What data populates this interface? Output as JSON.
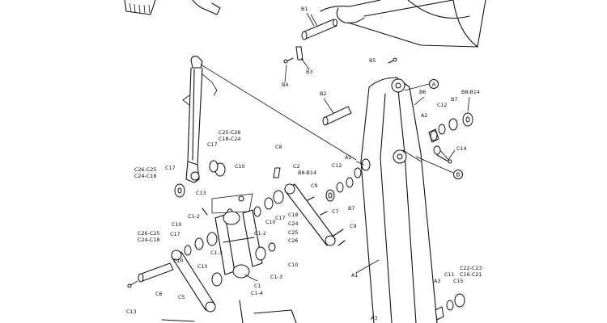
{
  "labels": [
    {
      "id": "B1",
      "text": "B1"
    },
    {
      "id": "B3",
      "text": "B3"
    },
    {
      "id": "B4",
      "text": "B4"
    },
    {
      "id": "B5",
      "text": "B5"
    },
    {
      "id": "B2",
      "text": "B2"
    },
    {
      "id": "B6",
      "text": "B6"
    },
    {
      "id": "B8B14a",
      "text": "B8-B14"
    },
    {
      "id": "C12a",
      "text": "C12"
    },
    {
      "id": "B7a",
      "text": "B7"
    },
    {
      "id": "A2a",
      "text": "A2"
    },
    {
      "id": "C25C26a",
      "text": "C25-C26"
    },
    {
      "id": "C18C24a",
      "text": "C18-C24"
    },
    {
      "id": "C17a",
      "text": "C17"
    },
    {
      "id": "C8",
      "text": "C8"
    },
    {
      "id": "A2b",
      "text": "A2"
    },
    {
      "id": "C14",
      "text": "C14"
    },
    {
      "id": "C26C25a",
      "text": "C26-C25"
    },
    {
      "id": "C24C18a",
      "text": "C24-C18"
    },
    {
      "id": "C17b",
      "text": "C17"
    },
    {
      "id": "C10a",
      "text": "C10"
    },
    {
      "id": "C2",
      "text": "C2"
    },
    {
      "id": "B8B14b",
      "text": "B8-B14"
    },
    {
      "id": "C12b",
      "text": "C12"
    },
    {
      "id": "C13a",
      "text": "C13"
    },
    {
      "id": "C9a",
      "text": "C9"
    },
    {
      "id": "B7b",
      "text": "B7"
    },
    {
      "id": "C12",
      "text": "C1-2"
    },
    {
      "id": "C10b",
      "text": "C10"
    },
    {
      "id": "C17c",
      "text": "C17"
    },
    {
      "id": "C18",
      "text": "C18"
    },
    {
      "id": "C24",
      "text": "C24"
    },
    {
      "id": "C25",
      "text": "C25"
    },
    {
      "id": "C26",
      "text": "C26"
    },
    {
      "id": "C7",
      "text": "C7"
    },
    {
      "id": "C10c",
      "text": "C10"
    },
    {
      "id": "C26C25b",
      "text": "C26-C25"
    },
    {
      "id": "C24C18b",
      "text": "C24-C18"
    },
    {
      "id": "C17d",
      "text": "C17"
    },
    {
      "id": "C10d",
      "text": "C10"
    },
    {
      "id": "C1_2b",
      "text": "C1-2"
    },
    {
      "id": "C9b",
      "text": "C9"
    },
    {
      "id": "C1_3a",
      "text": "C1-3"
    },
    {
      "id": "C10e",
      "text": "C10"
    },
    {
      "id": "C1_3b",
      "text": "C1-3"
    },
    {
      "id": "C10f",
      "text": "C10"
    },
    {
      "id": "C1",
      "text": "C1"
    },
    {
      "id": "C1_4",
      "text": "C1-4"
    },
    {
      "id": "A1",
      "text": "A1"
    },
    {
      "id": "C22C23",
      "text": "C22-C23"
    },
    {
      "id": "C16C21",
      "text": "C16-C21"
    },
    {
      "id": "C11",
      "text": "C11"
    },
    {
      "id": "C15",
      "text": "C15"
    },
    {
      "id": "A3a",
      "text": "A3"
    },
    {
      "id": "A3b",
      "text": "A3"
    },
    {
      "id": "C6",
      "text": "C6"
    },
    {
      "id": "C5",
      "text": "C5"
    },
    {
      "id": "C13b",
      "text": "C13"
    }
  ],
  "callouts": [
    {
      "id": "A",
      "text": "A"
    },
    {
      "id": "B",
      "text": "B"
    }
  ]
}
